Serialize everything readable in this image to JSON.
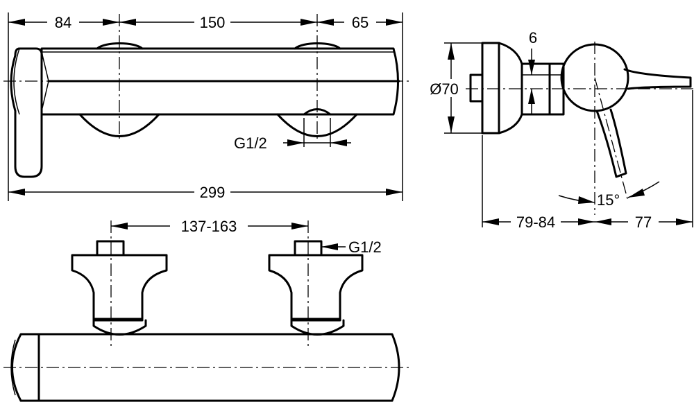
{
  "dimensions": {
    "top_left_84": "84",
    "top_mid_150": "150",
    "top_right_65": "65",
    "overall_299": "299",
    "thread_top": "G1/2",
    "side_6": "6",
    "side_diameter": "Ø70",
    "side_79_84": "79-84",
    "side_77": "77",
    "side_angle": "15°",
    "bottom_centers": "137-163",
    "thread_bottom": "G1/2"
  }
}
